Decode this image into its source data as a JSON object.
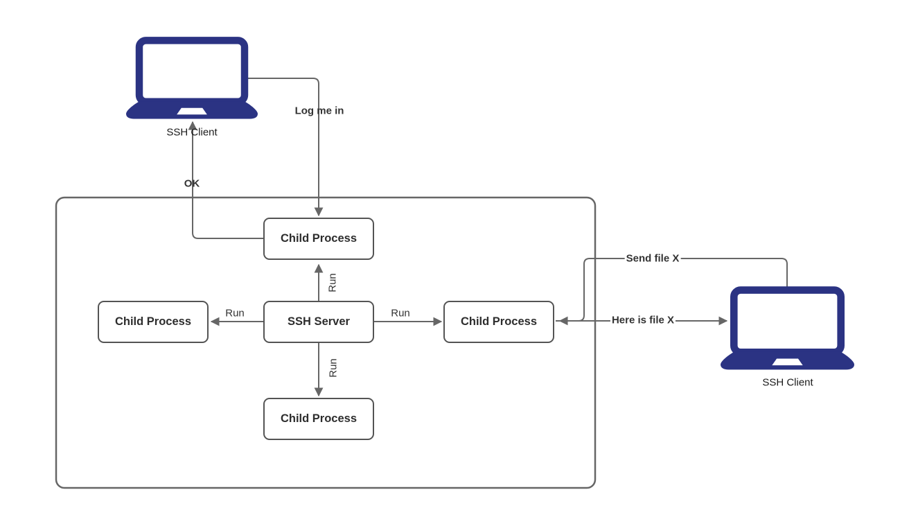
{
  "colors": {
    "laptop": "#2B3383",
    "connector": "#666666",
    "box_border": "#545454",
    "box_text": "#2D2D2D",
    "label_text": "#333333"
  },
  "nodes": {
    "ssh_server": {
      "label": "SSH Server"
    },
    "child_top": {
      "label": "Child Process"
    },
    "child_left": {
      "label": "Child Process"
    },
    "child_right": {
      "label": "Child Process"
    },
    "child_bottom": {
      "label": "Child Process"
    },
    "client_left": {
      "label": "SSH Client"
    },
    "client_right": {
      "label": "SSH Client"
    }
  },
  "edges": {
    "log_me_in": {
      "label": "Log me in"
    },
    "ok": {
      "label": "OK"
    },
    "run_top": {
      "label": "Run"
    },
    "run_left": {
      "label": "Run"
    },
    "run_right": {
      "label": "Run"
    },
    "run_bottom": {
      "label": "Run"
    },
    "send_file": {
      "label": "Send file X"
    },
    "here_is_file": {
      "label": "Here is file X"
    }
  }
}
